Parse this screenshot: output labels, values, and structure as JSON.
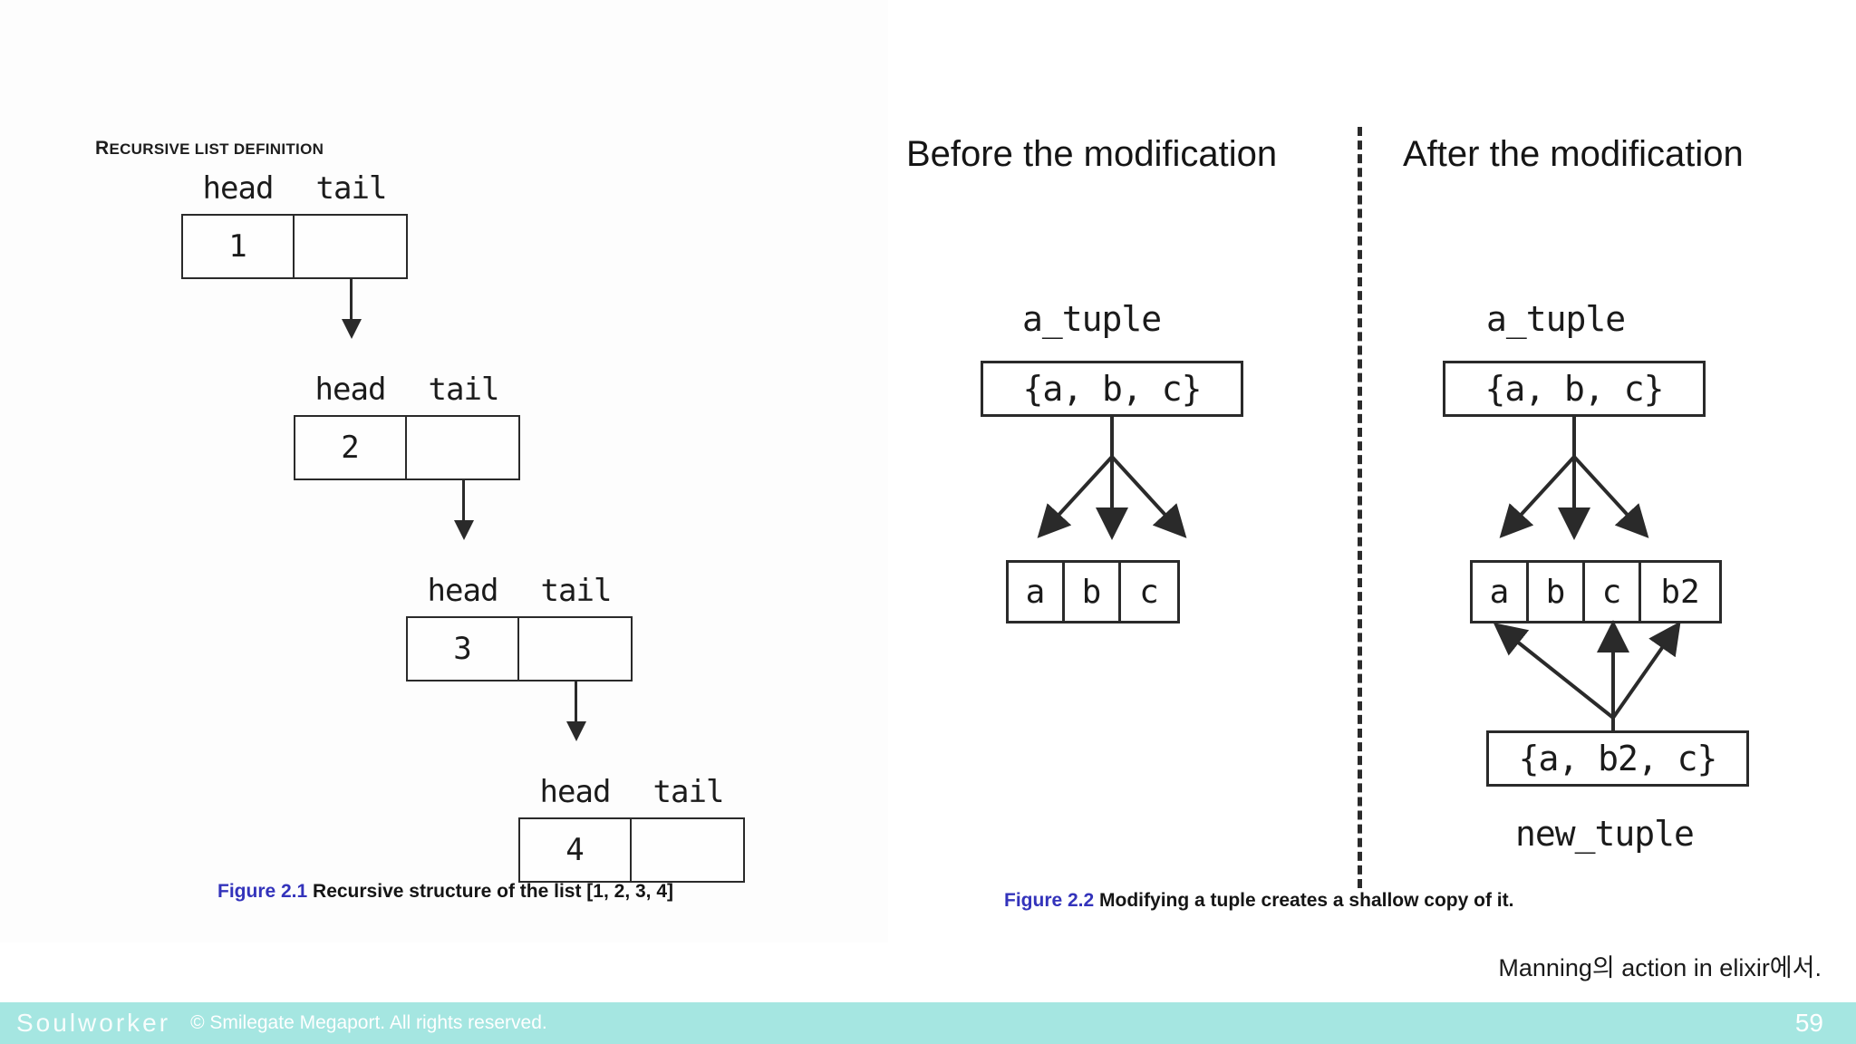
{
  "figure1": {
    "heading": "RECURSIVE LIST DEFINITION",
    "heading_first": "R",
    "heading_rest": "ECURSIVE LIST DEFINITION",
    "label_head": "head",
    "label_tail": "tail",
    "nodes": [
      {
        "value": "1"
      },
      {
        "value": "2"
      },
      {
        "value": "3"
      },
      {
        "value": "4"
      }
    ],
    "caption_number": "Figure 2.1",
    "caption_text": " Recursive structure of the list [1, 2, 3, 4]"
  },
  "figure2": {
    "panel_before": "Before the modification",
    "panel_after": "After the modification",
    "before": {
      "var_label": "a_tuple",
      "tuple_text": "{a, b, c}",
      "cells": [
        "a",
        "b",
        "c"
      ]
    },
    "after": {
      "var_label_top": "a_tuple",
      "tuple_text_top": "{a, b, c}",
      "cells": [
        "a",
        "b",
        "c",
        "b2"
      ],
      "tuple_text_bottom": "{a, b2, c}",
      "var_label_bottom": "new_tuple"
    },
    "caption_number": "Figure 2.2",
    "caption_text": " Modifying a tuple creates a shallow copy of it."
  },
  "credit": "Manning의 action in elixir에서.",
  "footer": {
    "brand": "Soulworker",
    "copyright": "© Smilegate Megaport. All rights reserved.",
    "page": "59",
    "bar_color": "#a5e6e1"
  }
}
